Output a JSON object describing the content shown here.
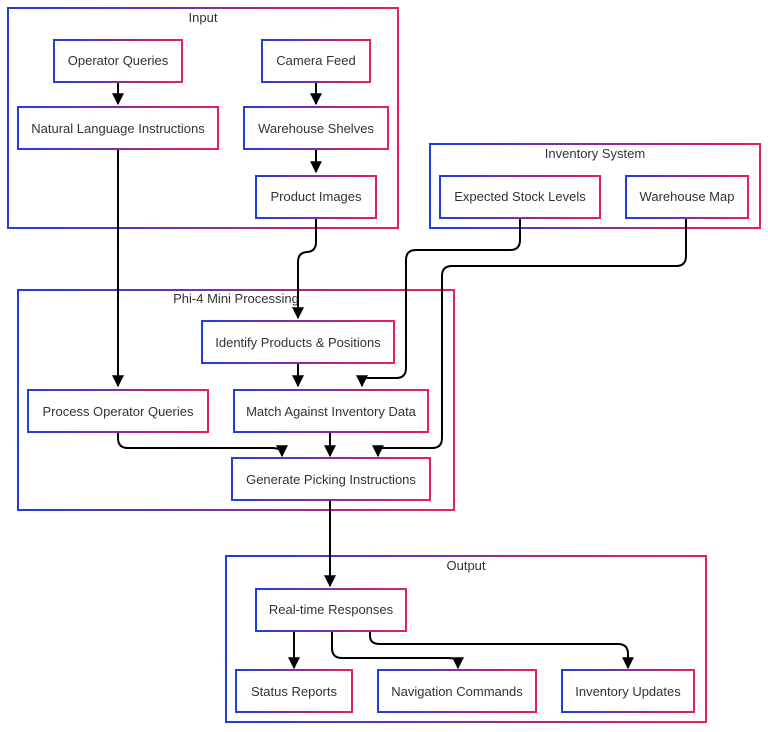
{
  "colors": {
    "border_start": "#1e3fd8",
    "border_end": "#e91e63",
    "edge": "#000000",
    "background": "#ffffff",
    "text": "#333333"
  },
  "groups": {
    "input": "Input",
    "inventory": "Inventory System",
    "processing": "Phi-4 Mini Processing",
    "output": "Output"
  },
  "nodes": {
    "operator_queries": "Operator Queries",
    "camera_feed": "Camera Feed",
    "natural_language": "Natural Language Instructions",
    "warehouse_shelves": "Warehouse Shelves",
    "product_images": "Product Images",
    "expected_stock": "Expected Stock Levels",
    "warehouse_map": "Warehouse Map",
    "identify_products": "Identify Products & Positions",
    "process_queries": "Process Operator Queries",
    "match_inventory": "Match Against Inventory Data",
    "generate_picking": "Generate Picking Instructions",
    "realtime_responses": "Real-time Responses",
    "status_reports": "Status Reports",
    "navigation_commands": "Navigation Commands",
    "inventory_updates": "Inventory Updates"
  }
}
